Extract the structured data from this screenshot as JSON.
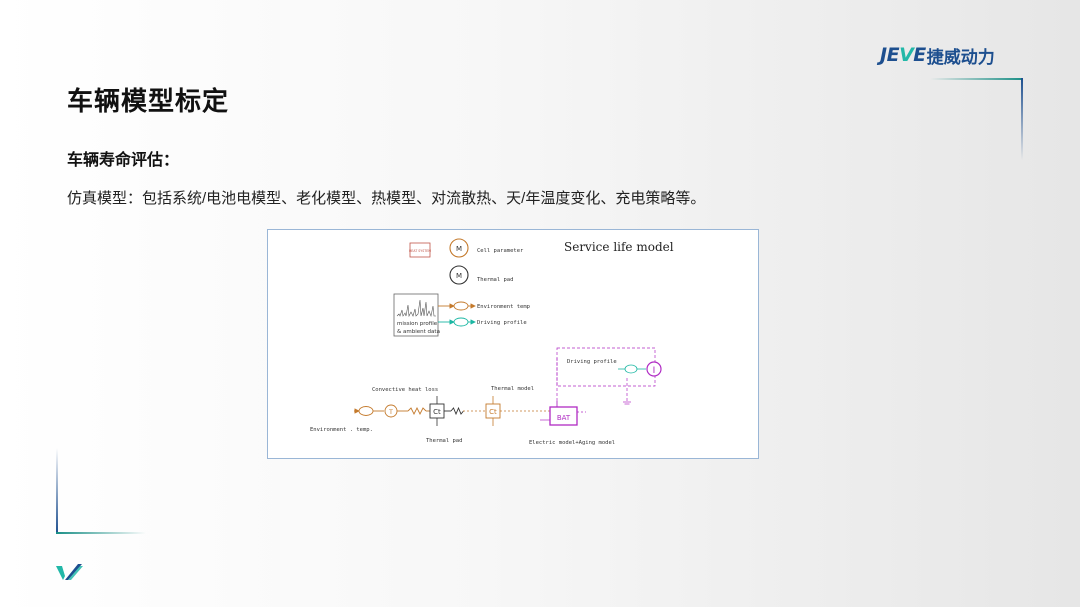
{
  "logo": {
    "latin_prefix": "JE",
    "latin_accent": "V",
    "latin_suffix": "E",
    "chinese": "捷威动力"
  },
  "title": "车辆模型标定",
  "subtitle": "车辆寿命评估：",
  "description": "仿真模型：包括系统/电池电模型、老化模型、热模型、对流散热、天/年温度变化、充电策略等。",
  "diagram": {
    "heading": "Service life model",
    "heat_source_label": "HEAT SYSTEM",
    "cell_parameter": "Cell parameter",
    "thermal_pad_top": "Thermal pad",
    "mission_profile": "mission profile",
    "ambient_data": "& ambient data",
    "environment_temp": "Environment temp",
    "driving_profile_top": "Driving profile",
    "driving_profile_box": "Driving profile",
    "convective_heat_loss": "Convective heat loss",
    "thermal_model": "Thermal model",
    "environment_temp_bottom": "Environment . temp.",
    "thermal_pad_bottom": "Thermal pad",
    "electric_aging_model": "Electric model+Aging model",
    "bat_label": "BAT",
    "m_symbol": "M",
    "t_symbol": "T",
    "ct_symbol": "Ct",
    "i_symbol": "I"
  },
  "colors": {
    "brand_blue": "#1d4f8f",
    "brand_green": "#22b8a8",
    "accent_line": "#1a8f86",
    "orange": "#c47a2c",
    "teal": "#1bb7a3",
    "magenta": "#b02bc4",
    "figure_border": "#9ab6d6"
  }
}
